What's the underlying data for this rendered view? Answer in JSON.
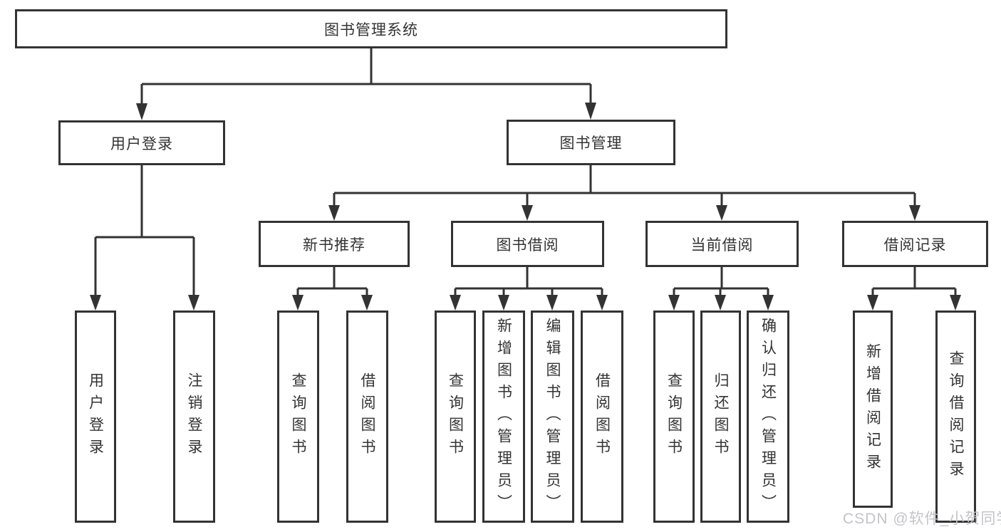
{
  "diagram": {
    "title": "图书管理系统",
    "root": {
      "label": "图书管理系统"
    },
    "level2": [
      {
        "label": "用户登录"
      },
      {
        "label": "图书管理"
      }
    ],
    "user_leaves": [
      "用户登录",
      "注销登录"
    ],
    "sections": [
      {
        "label": "新书推荐"
      },
      {
        "label": "图书借阅"
      },
      {
        "label": "当前借阅"
      },
      {
        "label": "借阅记录"
      }
    ],
    "section_leaves": [
      [
        "查询图书",
        "借阅图书"
      ],
      [
        "查询图书",
        "新增图书（管理员）",
        "编辑图书（管理员）",
        "借阅图书"
      ],
      [
        "查询图书",
        "归还图书",
        "确认归还（管理员）"
      ],
      [
        "新增借阅记录",
        "查询借阅记录"
      ]
    ]
  },
  "watermark": {
    "text": "CSDN @软件_小贺同学"
  },
  "colors": {
    "background": "#ffffff",
    "border": "#333333",
    "line": "#333333",
    "text": "#333333",
    "watermark": "#c3c4c9"
  }
}
